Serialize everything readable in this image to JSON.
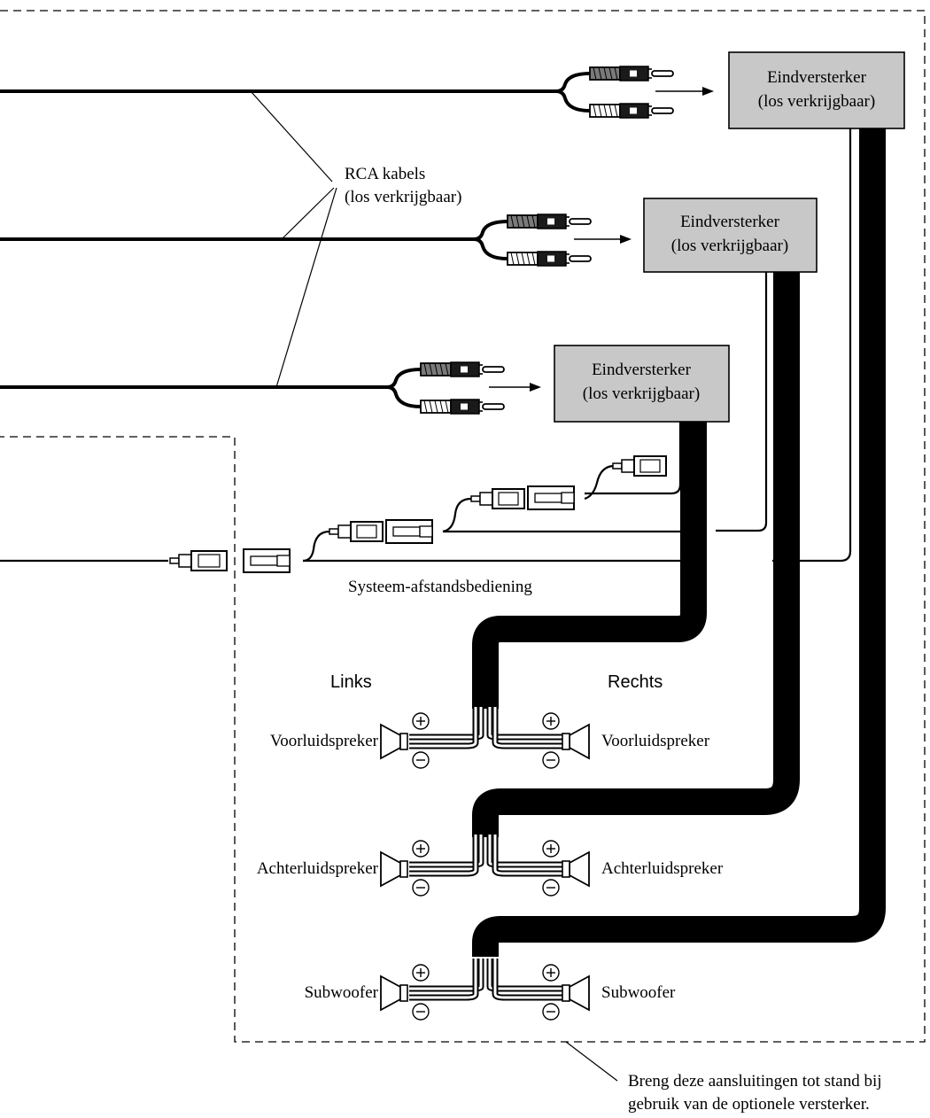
{
  "amplifiers": [
    {
      "line1": "Eindversterker",
      "line2": "(los verkrijgbaar)"
    },
    {
      "line1": "Eindversterker",
      "line2": "(los verkrijgbaar)"
    },
    {
      "line1": "Eindversterker",
      "line2": "(los verkrijgbaar)"
    }
  ],
  "rca_label": {
    "line1": "RCA kabels",
    "line2": "(los verkrijgbaar)"
  },
  "remote_label": "Systeem-afstandsbediening",
  "side_labels": {
    "left": "Links",
    "right": "Rechts"
  },
  "speakers": [
    {
      "left": "Voorluidspreker",
      "right": "Voorluidspreker"
    },
    {
      "left": "Achterluidspreker",
      "right": "Achterluidspreker"
    },
    {
      "left": "Subwoofer",
      "right": "Subwoofer"
    }
  ],
  "note": {
    "line1": "Breng deze aansluitingen tot stand bij",
    "line2": "gebruik van de optionele versterker."
  },
  "polarity": {
    "plus": "+",
    "minus": "−"
  }
}
